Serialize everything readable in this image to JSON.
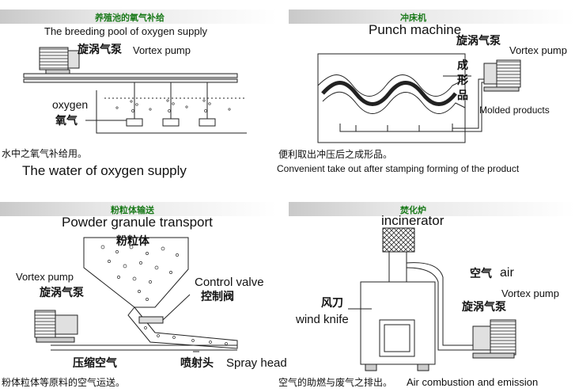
{
  "panel_oxygen": {
    "title_cn": "养殖池的氧气补给",
    "title_en": "The breeding pool of oxygen supply",
    "pump_cn": "旋涡气泵",
    "pump_en": "Vortex pump",
    "oxygen_en": "oxygen",
    "oxygen_cn": "氧气",
    "caption_cn": "水中之氧气补给用。",
    "caption_en": "The water of oxygen supply"
  },
  "panel_punch": {
    "title_cn": "冲床机",
    "title_en": "Punch machine",
    "pump_cn": "旋涡气泵",
    "pump_en": "Vortex pump",
    "formed_cn": "成形品",
    "molded_en": "Molded products",
    "caption_cn": "便利取出冲压后之成形品。",
    "caption_en": "Convenient take out after stamping forming of the product"
  },
  "panel_powder": {
    "title_cn": "粉粒体输送",
    "title_en": "Powder granule transport",
    "powder_cn": "粉粒体",
    "pump_en": "Vortex pump",
    "pump_cn": "旋涡气泵",
    "valve_en": "Control valve",
    "valve_cn": "控制阀",
    "compressed_cn": "压缩空气",
    "spray_cn": "喷射头",
    "spray_en": "Spray head",
    "caption_cn": "粉体粒体等原料的空气运送。"
  },
  "panel_incinerator": {
    "title_cn": "焚化炉",
    "title_en": "incinerator",
    "air_cn": "空气",
    "air_en": "air",
    "pump_en": "Vortex pump",
    "pump_cn": "旋涡气泵",
    "knife_cn": "风刀",
    "knife_en": "wind knife",
    "caption_cn": "空气的助燃与废气之排出。",
    "caption_en": "Air combustion and emission"
  },
  "colors": {
    "title_green": "#1a7a1a",
    "band_gray": "#c9c9c9",
    "line": "#222222"
  }
}
